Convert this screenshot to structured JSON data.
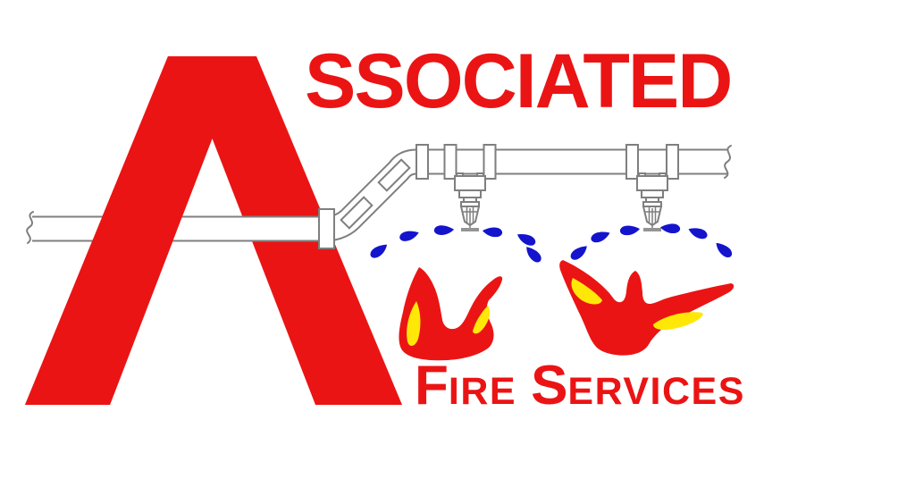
{
  "brand": {
    "initial": "A",
    "top_suffix": "SSOCIATED",
    "bottom": {
      "fire_initial": "F",
      "fire_rest": "IRE",
      "services_initial": "S",
      "services_rest": "ERVICES"
    },
    "full_name": "Associated Fire Services"
  },
  "colors": {
    "red": "#EB1414",
    "yellow": "#FFE808",
    "blue": "#1414CD",
    "gray": "#7F7F7F",
    "deflector": "#949494"
  },
  "artwork": {
    "letter_a": "large-red-letter-A",
    "pipe": "sprinkler-branch-pipe-with-couplings-and-break-marks",
    "sprinklers": "two-pendent-fire-sprinkler-heads",
    "spray": "blue-water-spray-droplet-arcs",
    "flames": "two-red-flames-with-yellow-cores"
  }
}
